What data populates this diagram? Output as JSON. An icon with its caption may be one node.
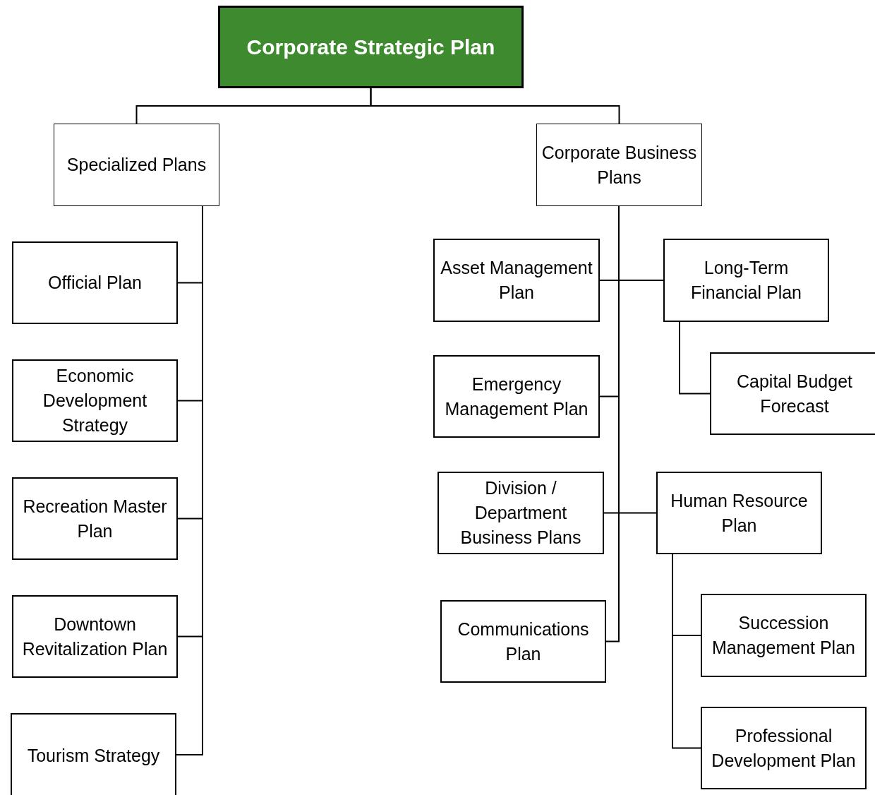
{
  "diagram": {
    "nodes": [
      {
        "text": [
          "Corporate Strategic Plan"
        ]
      },
      {
        "text": [
          "Specialized Plans"
        ]
      },
      {
        "text": [
          "Corporate Business Plans"
        ]
      },
      {
        "text": [
          "Official Plan"
        ]
      },
      {
        "text": [
          "Economic Development Strategy"
        ]
      },
      {
        "text": [
          "Recreation Master Plan"
        ]
      },
      {
        "text": [
          "Downtown Revitalization Plan"
        ]
      },
      {
        "text": [
          "Tourism Strategy"
        ]
      },
      {
        "text": [
          "Asset Management Plan"
        ]
      },
      {
        "text": [
          "Long-Term Financial Plan"
        ]
      },
      {
        "text": [
          "Capital Budget Forecast"
        ]
      },
      {
        "text": [
          "Emergency Management Plan"
        ]
      },
      {
        "text": [
          "Division / Department Business Plans"
        ]
      },
      {
        "text": [
          "Human Resource Plan"
        ]
      },
      {
        "text": [
          "Succession Management Plan"
        ]
      },
      {
        "text": [
          "Professional Development Plan"
        ]
      },
      {
        "text": [
          "Communications Plan"
        ]
      }
    ],
    "edges": [
      {
        "from": 0,
        "to": 1,
        "arrow": "none"
      },
      {
        "from": 0,
        "to": 2,
        "arrow": "none"
      },
      {
        "from": 1,
        "to": 3,
        "arrow": "none"
      },
      {
        "from": 1,
        "to": 4,
        "arrow": "none"
      },
      {
        "from": 1,
        "to": 5,
        "arrow": "none"
      },
      {
        "from": 1,
        "to": 6,
        "arrow": "none"
      },
      {
        "from": 1,
        "to": 7,
        "arrow": "none"
      },
      {
        "from": 2,
        "to": 8,
        "arrow": "none"
      },
      {
        "from": 2,
        "to": 9,
        "arrow": "none"
      },
      {
        "from": 9,
        "to": 10,
        "arrow": "none"
      },
      {
        "from": 2,
        "to": 11,
        "arrow": "none"
      },
      {
        "from": 2,
        "to": 12,
        "arrow": "none"
      },
      {
        "from": 2,
        "to": 13,
        "arrow": "none"
      },
      {
        "from": 13,
        "to": 14,
        "arrow": "none"
      },
      {
        "from": 13,
        "to": 15,
        "arrow": "none"
      },
      {
        "from": 2,
        "to": 16,
        "arrow": "none"
      }
    ]
  }
}
